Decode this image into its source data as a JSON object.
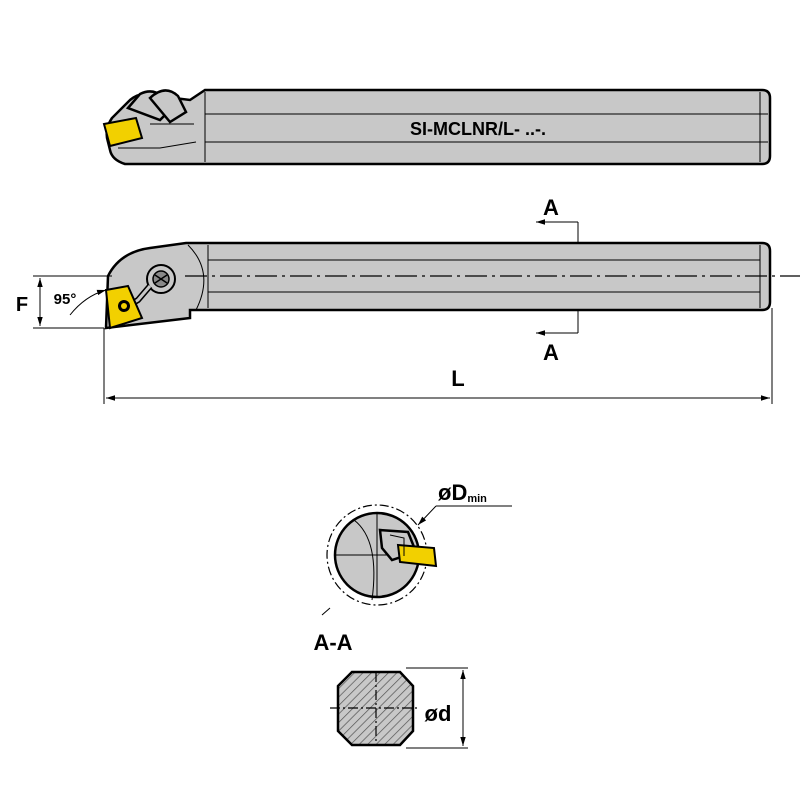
{
  "top_view": {
    "model_label": "SI-MCLNR/L- ..-."
  },
  "side_view": {
    "section_marker_top": "A",
    "section_marker_bottom": "A",
    "length_label": "L",
    "offset_label": "F",
    "angle_label": "95°"
  },
  "section": {
    "title": "A-A",
    "bore_diameter_symbol": "øD",
    "bore_diameter_subscript": "min",
    "shank_diameter_label": "ød"
  },
  "colors": {
    "body": "#c8c8c8",
    "insert": "#f2d000",
    "outline": "#000000"
  }
}
